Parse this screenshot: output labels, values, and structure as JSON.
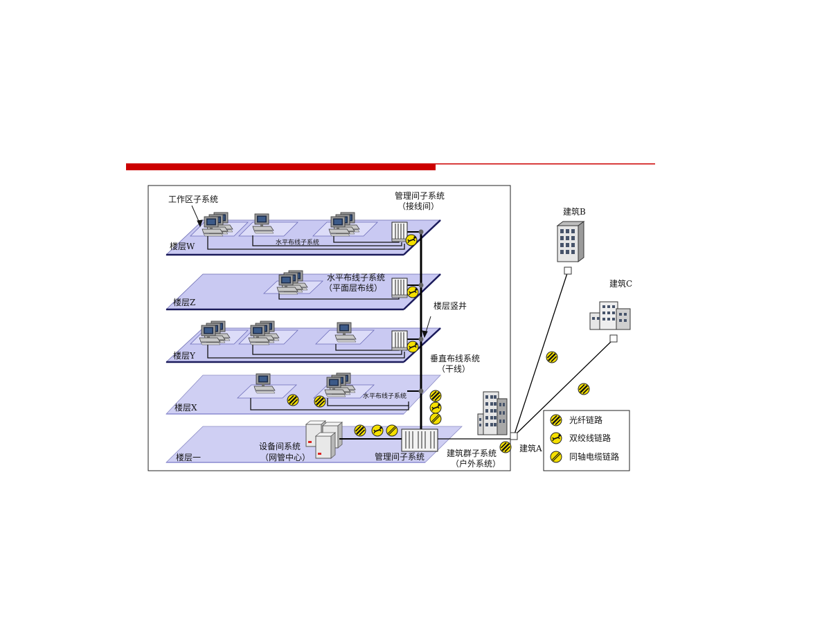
{
  "colors": {
    "accent_red": "#cc0000",
    "floor_fill": "#c9c9f2",
    "floor_edge": "#1a1a5a",
    "link_yellow": "#f5e000",
    "backbone": "#000000"
  },
  "floors": {
    "w": "楼层W",
    "z": "楼层Z",
    "y": "楼层Y",
    "x": "楼层X",
    "one": "楼层一"
  },
  "subsystems": {
    "work_area": "工作区子系统",
    "management_top_line1": "管理间子系统",
    "management_top_line2": "（接线间）",
    "horizontal_w": "水平布线子系统",
    "horizontal_z_line1": "水平布线子系统",
    "horizontal_z_line2": "（平面层布线）",
    "riser": "楼层竖井",
    "vertical_line1": "垂直布线系统",
    "vertical_line2": "（干线）",
    "horizontal_x": "水平布线子系统",
    "equipment_line1": "设备间系统",
    "equipment_line2": "（网管中心）",
    "management_bottom": "管理间子系统",
    "campus_line1": "建筑群子系统",
    "campus_line2": "（户外系统）"
  },
  "buildings": {
    "a": "建筑A",
    "b": "建筑B",
    "c": "建筑C"
  },
  "legend": {
    "fiber": "光纤链路",
    "twisted_pair": "双绞线链路",
    "coax": "同轴电缆链路"
  },
  "icons": {
    "fiber": "fiber-link-icon",
    "twisted_pair": "twisted-pair-link-icon",
    "coax": "coax-link-icon",
    "workstation": "workstation-icon",
    "patch_panel": "patch-panel-icon",
    "server": "server-icon",
    "building": "building-icon"
  }
}
